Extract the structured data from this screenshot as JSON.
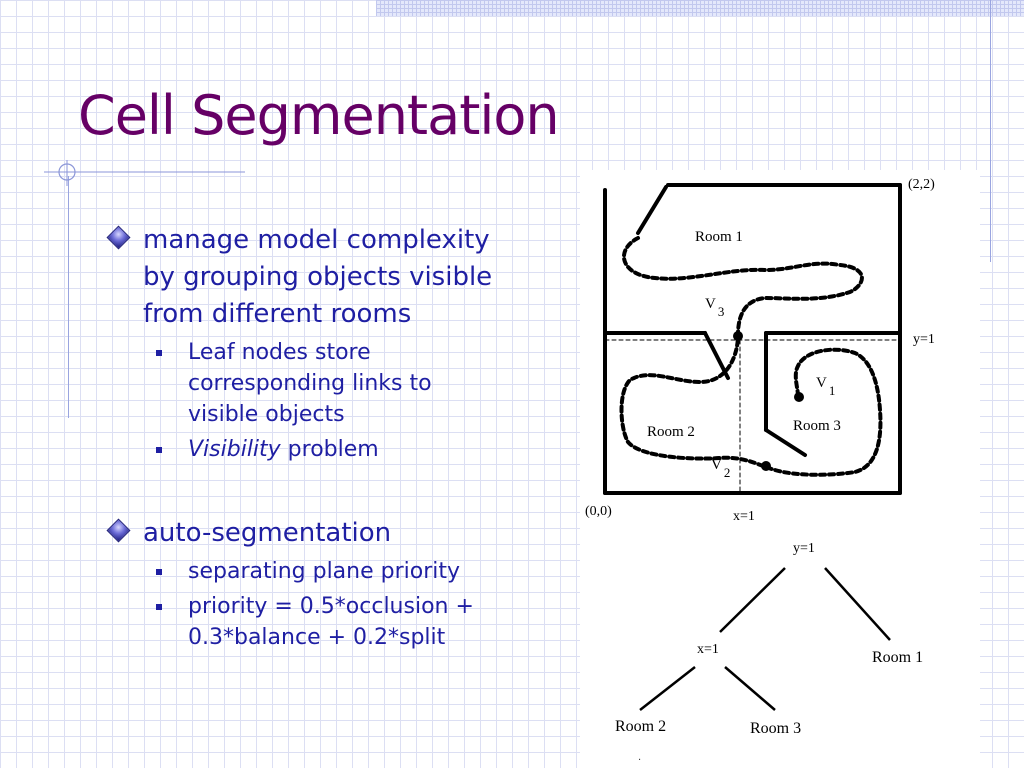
{
  "slide": {
    "title": "Cell Segmentation",
    "bullets": [
      {
        "text": "manage model complexity by grouping objects visible from different rooms",
        "sub": [
          {
            "text": "Leaf nodes store corresponding links to visible objects"
          },
          {
            "emph": "Visibility",
            "text": " problem"
          }
        ]
      },
      {
        "text": "auto-segmentation",
        "sub": [
          {
            "text": "separating plane priority"
          },
          {
            "text": "priority = 0.5*occlusion + 0.3*balance + 0.2*split"
          }
        ]
      }
    ]
  },
  "map": {
    "corner_top": "(2,2)",
    "corner_bottom": "(0,0)",
    "ylabel": "y=1",
    "xlabel": "x=1",
    "rooms": [
      "Room 1",
      "Room 2",
      "Room 3"
    ],
    "viewpoints": [
      {
        "letter": "V",
        "sub": "3"
      },
      {
        "letter": "V",
        "sub": "1"
      },
      {
        "letter": "V",
        "sub": "2"
      }
    ]
  },
  "tree": {
    "root": "y=1",
    "inner": "x=1",
    "leaves": [
      "Room 1",
      "Room 2",
      "Room 3"
    ]
  },
  "colors": {
    "title": "#660066",
    "text": "#1f1fa3",
    "grid": "#dcdff3"
  }
}
